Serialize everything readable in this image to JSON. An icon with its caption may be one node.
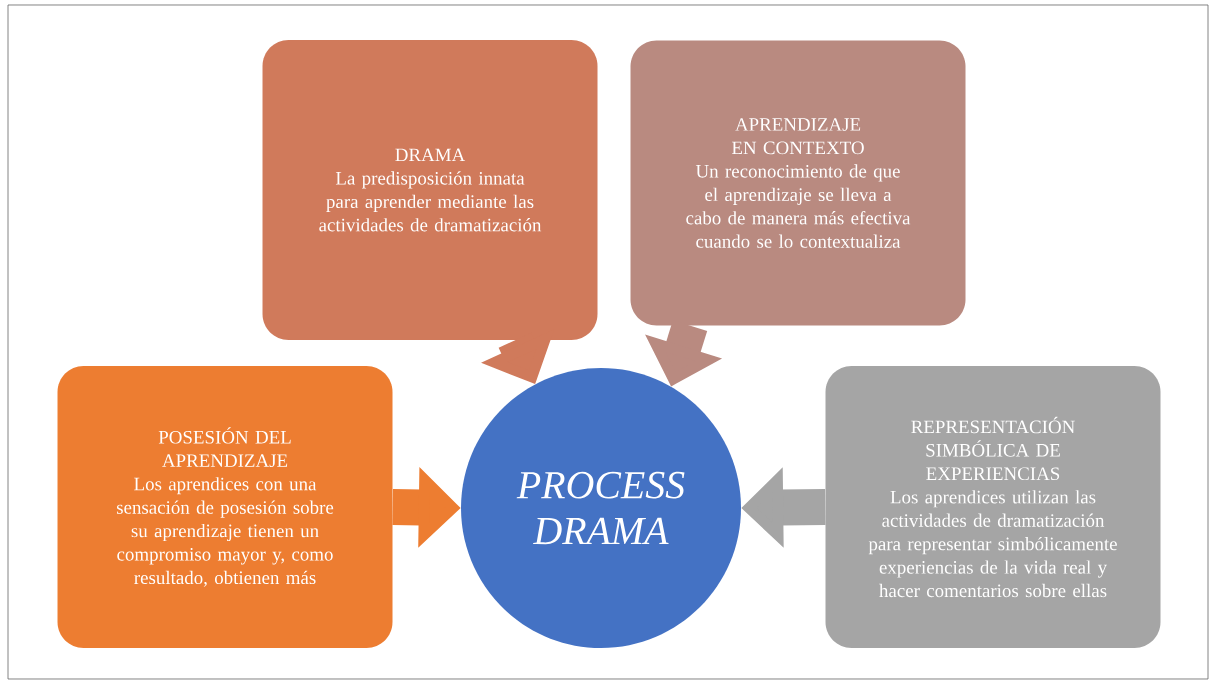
{
  "diagram": {
    "nodes": [
      {
        "text": [
          "DRAMA",
          "La predisposición innata para aprender mediante las actividades de dramatización"
        ]
      },
      {
        "text": [
          "APRENDIZAJE EN CONTEXTO",
          "Un reconocimiento de que el aprendizaje se lleva a cabo de manera más efectiva cuando se lo contextualiza"
        ]
      },
      {
        "text": [
          "POSESIÓN DEL APRENDIZAJE",
          "Los aprendices con una sensación de posesión sobre su aprendizaje tienen un compromiso mayor y, como resultado, obtienen más"
        ]
      },
      {
        "text": [
          "REPRESENTACIÓN SIMBÓLICA DE EXPERIENCIAS",
          "Los aprendices utilizan las actividades de dramatización para representar simbólicamente experiencias de la vida real y hacer comentarios sobre ellas"
        ]
      },
      {
        "text": [
          "PROCESS DRAMA"
        ]
      }
    ],
    "edges": [
      {
        "from": 0,
        "to": 4,
        "arrow": "to",
        "color": "#d07a5b"
      },
      {
        "from": 1,
        "to": 4,
        "arrow": "to",
        "color": "#b98a80"
      },
      {
        "from": 2,
        "to": 4,
        "arrow": "to",
        "color": "#ed7d31"
      },
      {
        "from": 3,
        "to": 4,
        "arrow": "to",
        "color": "#a5a5a5"
      }
    ]
  }
}
